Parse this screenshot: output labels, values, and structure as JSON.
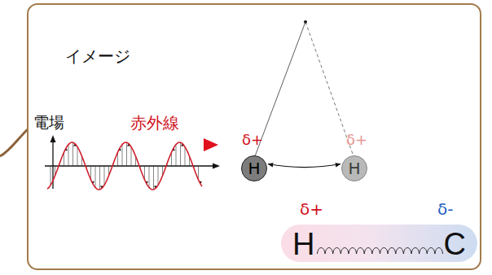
{
  "diagram": {
    "nodes": [
      {
        "text": [
          "H"
        ]
      },
      {
        "text": [
          "H"
        ]
      },
      {
        "text": [
          "H",
          "C"
        ]
      }
    ],
    "edges": [
      {
        "from": 0,
        "to": 1,
        "arrow": "both"
      }
    ],
    "labels": [
      "イメージ",
      "電場",
      "赤外線",
      "δ+",
      "δ+",
      "δ+",
      "δ-"
    ]
  }
}
